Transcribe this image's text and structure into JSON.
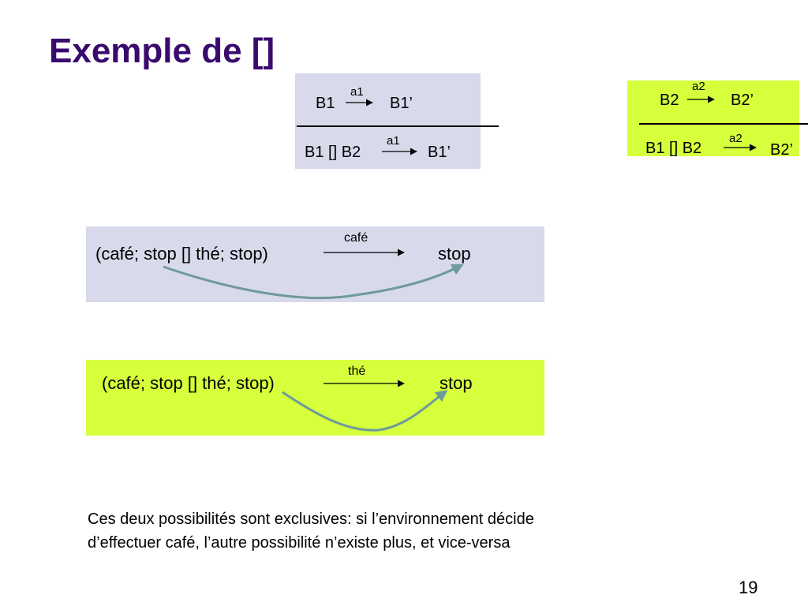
{
  "slide": {
    "title": "Exemple de []",
    "page_number": "19"
  },
  "rule_a1": {
    "premise_left": "B1",
    "premise_action": "a1",
    "premise_right": "B1’",
    "conclusion_left": "B1 [] B2",
    "conclusion_action": "a1",
    "conclusion_right": "B1’"
  },
  "rule_a2": {
    "premise_left": "B2",
    "premise_action": "a2",
    "premise_right": "B2’",
    "conclusion_left": "B1 [] B2",
    "conclusion_action": "a2",
    "conclusion_right": "B2’"
  },
  "example_cafe": {
    "expression": "(café; stop [] thé; stop)",
    "action": "café",
    "result": "stop"
  },
  "example_the": {
    "expression": "(café; stop [] thé; stop)",
    "action": "thé",
    "result": "stop"
  },
  "note": {
    "line1": "Ces deux possibilités sont exclusives: si l’environnement décide",
    "line2": "d’effectuer café, l’autre possibilité n’existe plus, et vice-versa"
  },
  "colors": {
    "title": "#3a0a6e",
    "lavender_box": "#d8d9ea",
    "lime_box": "#d6ff3c",
    "curve": "#6e9a9a"
  }
}
